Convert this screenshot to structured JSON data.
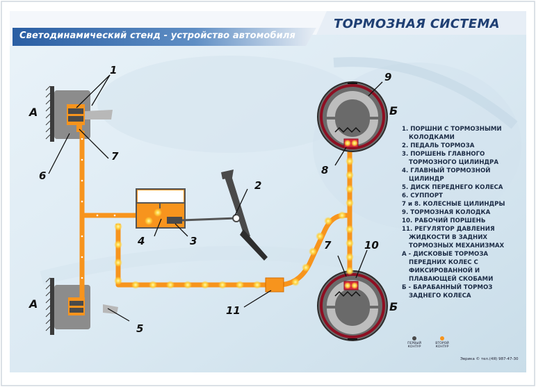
{
  "header": {
    "title": "Светодинамический стенд - устройство автомобиля",
    "system": "ТОРМОЗНАЯ СИСТЕМА"
  },
  "labels": {
    "n1": "1",
    "n2": "2",
    "n3": "3",
    "n4": "4",
    "n5": "5",
    "n6": "6",
    "n7a": "7",
    "n7b": "7",
    "n8": "8",
    "n9": "9",
    "n10": "10",
    "n11": "11",
    "a_top": "А",
    "a_bottom": "А",
    "b_top": "Б",
    "b_bottom": "Б"
  },
  "legend": [
    "1. ПОРШНИ С ТОРМОЗНЫМИ",
    "КОЛОДКАМИ",
    "2. ПЕДАЛЬ ТОРМОЗА",
    "3. ПОРШЕНЬ ГЛАВНОГО",
    "ТОРМОЗНОГО ЦИЛИНДРА",
    "4. ГЛАВНЫЙ ТОРМОЗНОЙ",
    "ЦИЛИНДР",
    "5. ДИСК ПЕРЕДНЕГО КОЛЕСА",
    "6. СУППОРТ",
    "7 и 8. КОЛЕСНЫЕ ЦИЛИНДРЫ",
    "9. ТОРМОЗНАЯ КОЛОДКА",
    "10. РАБОЧИЙ ПОРШЕНЬ",
    "11. РЕГУЛЯТОР ДАВЛЕНИЯ",
    "ЖИДКОСТИ В ЗАДНИХ",
    "ТОРМОЗНЫХ МЕХАНИЗМАХ",
    "А - ДИСКОВЫЕ ТОРМОЗА",
    "ПЕРЕДНИХ КОЛЕС С",
    "ФИКСИРОВАННОЙ И",
    "ПЛАВАЮЩЕЙ СКОБАМИ",
    "Б - БАРАБАННЫЙ ТОРМОЗ",
    "ЗАДНЕГО КОЛЕСА"
  ],
  "footer": {
    "contour1": "ПЕРВЫЙ КОНТУР",
    "contour2": "ВТОРОЙ КОНТУР",
    "brand": "Эврика © тел.(4Я) 987-47-30"
  },
  "colors": {
    "pipe": "#f7941d",
    "led": "#ffd23f",
    "drum": "#8e0f22",
    "header_band": "#2e64a8",
    "title_text": "#1f3f73"
  }
}
